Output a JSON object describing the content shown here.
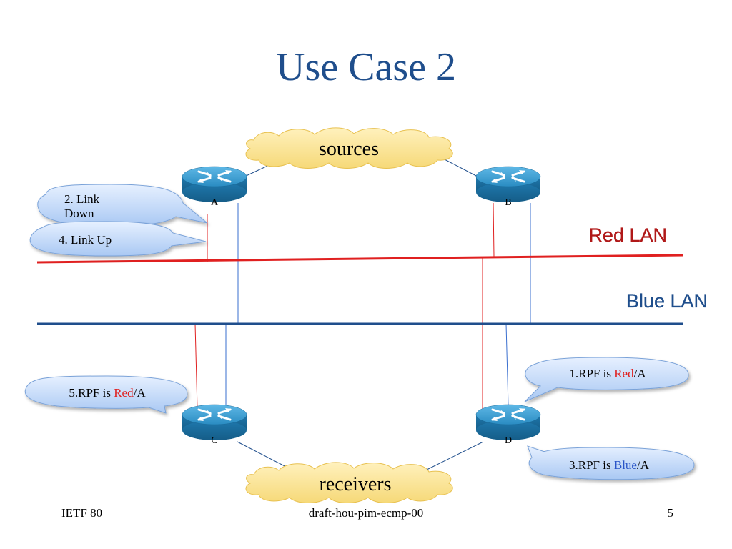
{
  "slide": {
    "title": "Use Case 2"
  },
  "clouds": {
    "sources": "sources",
    "receivers": "receivers"
  },
  "routers": {
    "a": "A",
    "b": "B",
    "c": "C",
    "d": "D"
  },
  "lans": {
    "red": "Red LAN",
    "blue": "Blue LAN"
  },
  "callouts": {
    "link_down": "2. Link Down",
    "link_up": "4. Link Up",
    "rpf1": {
      "prefix": "1.RPF is ",
      "color_word": "Red",
      "suffix": "/A"
    },
    "rpf3": {
      "prefix": "3.RPF is ",
      "color_word": "Blue",
      "suffix": "/A"
    },
    "rpf5": {
      "prefix": "5.RPF is ",
      "color_word": "Red",
      "suffix": "/A"
    }
  },
  "footer": {
    "left": "IETF 80",
    "center": "draft-hou-pim-ecmp-00",
    "right": "5"
  },
  "colors": {
    "title": "#1f4e8c",
    "red_lan": "#e02020",
    "blue_lan": "#1f4e8c",
    "router": "#2a8cc2",
    "cloud": "#fbe39a"
  }
}
